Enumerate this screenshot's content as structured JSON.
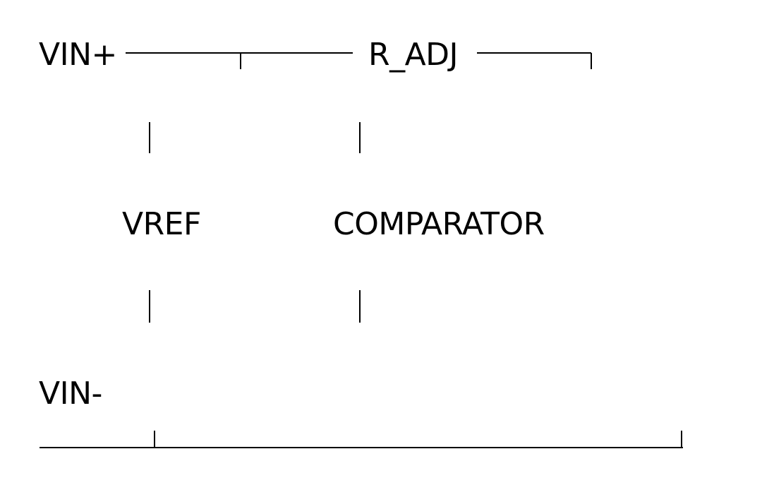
{
  "diagram": {
    "labels": {
      "vin_plus": "VIN+",
      "r_adj": "R_ADJ",
      "vref": "VREF",
      "comparator": "COMPARATOR",
      "vin_minus": "VIN-"
    },
    "line_color": "#000000",
    "text_color": "#000000",
    "background": "#ffffff"
  }
}
